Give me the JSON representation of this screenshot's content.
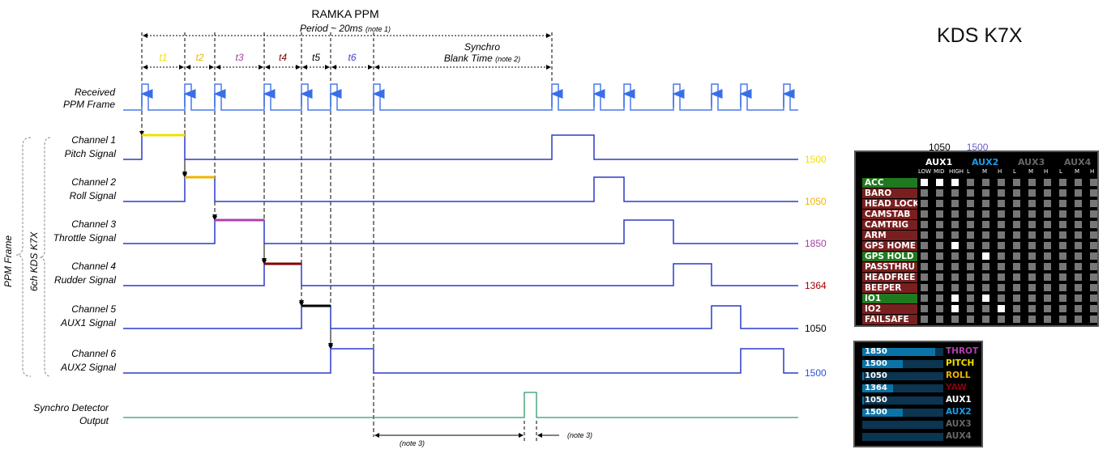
{
  "header": {
    "title": "RAMKA PPM",
    "period": "Period ~ 20ms",
    "period_note": "(note 1)",
    "synchro_line1": "Synchro",
    "synchro_line2": "Blank Time",
    "synchro_note": "(note 2)"
  },
  "timings": [
    {
      "label": "t1",
      "color": "#f0e000"
    },
    {
      "label": "t2",
      "color": "#f0b400"
    },
    {
      "label": "t3",
      "color": "#a040a0"
    },
    {
      "label": "t4",
      "color": "#800000"
    },
    {
      "label": "t5",
      "color": "#000000"
    },
    {
      "label": "t6",
      "color": "#4040d0"
    }
  ],
  "received": {
    "line1": "Received",
    "line2": "PPM Frame"
  },
  "side_labels": {
    "frame": "PPM Frame",
    "channels": "6ch KDS K7X"
  },
  "channels": [
    {
      "name": "Channel 1",
      "signal": "Pitch Signal",
      "value": "1500",
      "color": "#f0e000",
      "bar_color": "#f0e000"
    },
    {
      "name": "Channel 2",
      "signal": "Roll Signal",
      "value": "1050",
      "color": "#f0b400",
      "bar_color": "#f0b400"
    },
    {
      "name": "Channel 3",
      "signal": "Throttle Signal",
      "value": "1850",
      "color": "#a040a0",
      "bar_color": "#b040b0"
    },
    {
      "name": "Channel 4",
      "signal": "Rudder Signal",
      "value": "1364",
      "color": "#a00000",
      "bar_color": "#800000"
    },
    {
      "name": "Channel 5",
      "signal": "AUX1 Signal",
      "value": "1050",
      "color": "#000000",
      "bar_color": "#000000"
    },
    {
      "name": "Channel 6",
      "signal": "AUX2 Signal",
      "value": "1500",
      "color": "#3050d0",
      "bar_color": null
    }
  ],
  "synchro": {
    "line1": "Synchro Detector",
    "line2": "Output",
    "note_left": "(note 3)",
    "note_right": "(note 3)"
  },
  "device_title": "KDS K7X",
  "modes": {
    "top_values": [
      {
        "text": "1050",
        "color": "#000"
      },
      {
        "text": "1500",
        "color": "#6a5acd"
      }
    ],
    "aux": [
      {
        "label": "AUX1",
        "color": "#fff"
      },
      {
        "label": "AUX2",
        "color": "#1a9ee8"
      },
      {
        "label": "AUX3",
        "color": "#666"
      },
      {
        "label": "AUX4",
        "color": "#666"
      }
    ],
    "sub": [
      "LOW",
      "MID",
      "HIGH",
      "L",
      "M",
      "H",
      "L",
      "M",
      "H",
      "L",
      "M",
      "H"
    ],
    "rows": [
      {
        "label": "ACC",
        "color": "#1f7a1f",
        "on": [
          0,
          1,
          2
        ]
      },
      {
        "label": "BARO",
        "color": "#7a1f1f",
        "on": []
      },
      {
        "label": "HEAD LOCK",
        "color": "#7a1f1f",
        "on": []
      },
      {
        "label": "CAMSTAB",
        "color": "#7a1f1f",
        "on": []
      },
      {
        "label": "CAMTRIG",
        "color": "#7a1f1f",
        "on": []
      },
      {
        "label": "ARM",
        "color": "#7a1f1f",
        "on": []
      },
      {
        "label": "GPS HOME",
        "color": "#7a1f1f",
        "on": [
          2
        ]
      },
      {
        "label": "GPS HOLD",
        "color": "#1f7a1f",
        "on": [
          4
        ]
      },
      {
        "label": "PASSTHRU",
        "color": "#7a1f1f",
        "on": []
      },
      {
        "label": "HEADFREE",
        "color": "#7a1f1f",
        "on": []
      },
      {
        "label": "BEEPER",
        "color": "#7a1f1f",
        "on": []
      },
      {
        "label": "IO1",
        "color": "#1f7a1f",
        "on": [
          2,
          4
        ]
      },
      {
        "label": "IO2",
        "color": "#7a1f1f",
        "on": [
          2,
          5
        ]
      },
      {
        "label": "FAILSAFE",
        "color": "#7a1f1f",
        "on": []
      }
    ]
  },
  "rc_bars": [
    {
      "value": "1850",
      "label": "THROT",
      "color": "#b040b0",
      "fill": 0.9
    },
    {
      "value": "1500",
      "label": "PITCH",
      "color": "#f0e000",
      "fill": 0.5
    },
    {
      "value": "1050",
      "label": "ROLL",
      "color": "#f0b400",
      "fill": 0.02
    },
    {
      "value": "1364",
      "label": "YAW",
      "color": "#8a0010",
      "fill": 0.38
    },
    {
      "value": "1050",
      "label": "AUX1",
      "color": "#ffffff",
      "fill": 0.02
    },
    {
      "value": "1500",
      "label": "AUX2",
      "color": "#1a9ee8",
      "fill": 0.5
    },
    {
      "value": "",
      "label": "AUX3",
      "color": "#666666",
      "fill": 0
    },
    {
      "value": "",
      "label": "AUX4",
      "color": "#666666",
      "fill": 0
    }
  ]
}
